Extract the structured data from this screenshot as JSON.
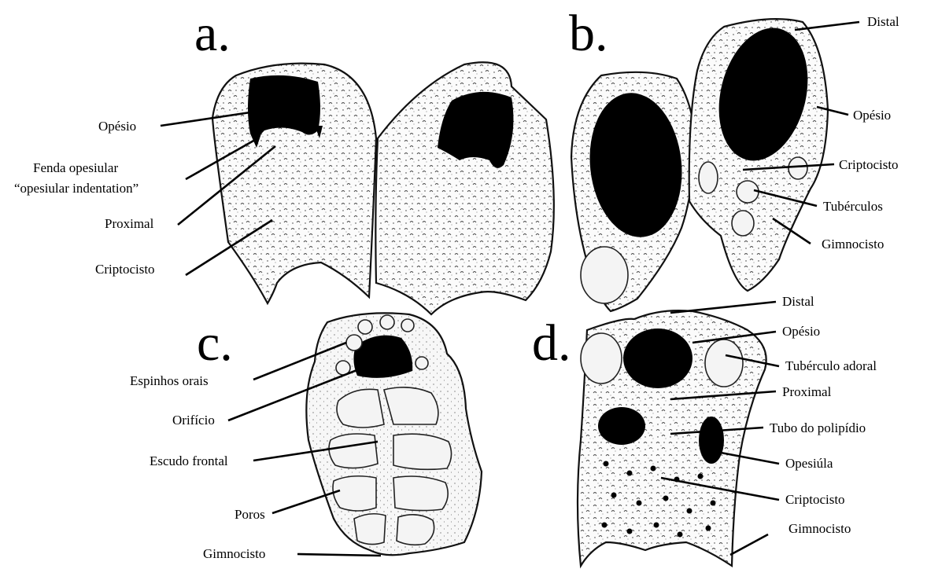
{
  "panels": {
    "a": {
      "letter": "a.",
      "labels": [
        "Opésio",
        "Fenda opesiular",
        "“opesiular indentation”",
        "Proximal",
        "Criptocisto"
      ]
    },
    "b": {
      "letter": "b.",
      "labels": [
        "Distal",
        "Opésio",
        "Criptocisto",
        "Tubérculos",
        "Gimnocisto"
      ]
    },
    "c": {
      "letter": "c.",
      "labels": [
        "Espinhos orais",
        "Orifício",
        "Escudo frontal",
        "Poros",
        "Gimnocisto"
      ]
    },
    "d": {
      "letter": "d.",
      "labels": [
        "Distal",
        "Opésio",
        "Tubérculo adoral",
        "Proximal",
        "Tubo do polipídio",
        "Opesiúla",
        "Criptocisto",
        "Gimnocisto"
      ]
    }
  }
}
